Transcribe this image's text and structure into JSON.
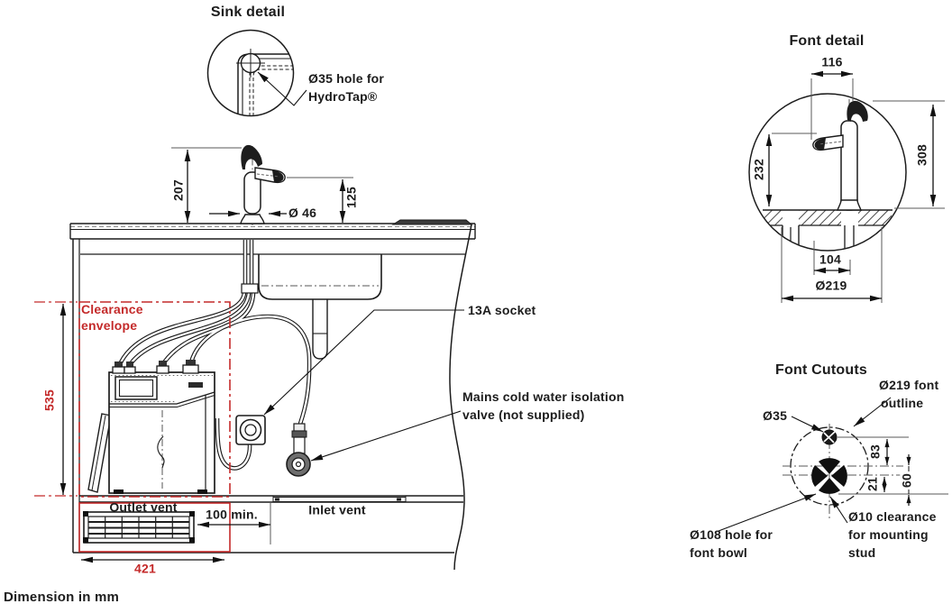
{
  "colors": {
    "line": "#1c1c1c",
    "red": "#c42a2a",
    "thin": "#5a5a5a"
  },
  "titles": {
    "sink_detail": "Sink detail",
    "font_detail": "Font detail",
    "font_cutouts": "Font Cutouts"
  },
  "footer": {
    "note": "Dimension in mm"
  },
  "sink_detail": {
    "hole_label_1": "Ø35 hole for",
    "hole_label_2": "HydroTap®"
  },
  "main": {
    "clearance_1": "Clearance",
    "clearance_2": "envelope",
    "socket_label": "13A socket",
    "valve_label_1": "Mains cold water isolation",
    "valve_label_2": "valve (not supplied)",
    "outlet_vent": "Outlet vent",
    "inlet_vent": "Inlet vent",
    "dims": {
      "tap_height": "207",
      "spout_height": "125",
      "tap_base": "Ø 46",
      "envelope_height": "535",
      "envelope_width": "421",
      "vent_clearance": "100 min."
    }
  },
  "font_detail": {
    "dims": {
      "spout_reach": "116",
      "tap_body_height": "232",
      "overall_height": "308",
      "hole_centres": "104",
      "outline_dia": "Ø219"
    }
  },
  "font_cutouts": {
    "labels": {
      "tap_hole": "Ø35",
      "outline_1": "Ø219 font",
      "outline_2": "outline",
      "bowl_1": "Ø108 hole for",
      "bowl_2": "font bowl",
      "stud_1": "Ø10 clearance",
      "stud_2": "for mounting",
      "stud_3": "stud"
    },
    "dims": {
      "hole_to_centre": "83",
      "centre_to_stud": "21",
      "stud_offset": "60"
    }
  }
}
